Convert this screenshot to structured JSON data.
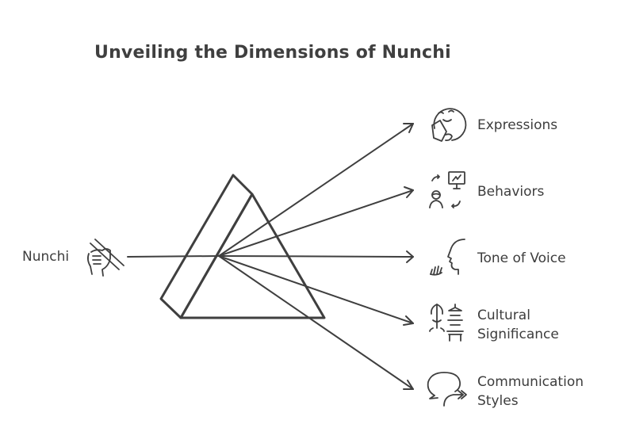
{
  "title": "Unveiling the Dimensions of Nunchi",
  "source": {
    "label": "Nunchi",
    "icon": "hand-chopsticks-icon"
  },
  "outputs": [
    {
      "label_lines": [
        "Expressions"
      ],
      "icon": "smiling-face-icon"
    },
    {
      "label_lines": [
        "Behaviors"
      ],
      "icon": "person-presentation-icon"
    },
    {
      "label_lines": [
        "Tone of Voice"
      ],
      "icon": "speaking-head-icon"
    },
    {
      "label_lines": [
        "Cultural",
        "Significance"
      ],
      "icon": "pagoda-tree-icon"
    },
    {
      "label_lines": [
        "Communication",
        "Styles"
      ],
      "icon": "speech-bubble-arrow-icon"
    }
  ],
  "colors": {
    "stroke": "#3f3f3f",
    "background": "#ffffff"
  }
}
